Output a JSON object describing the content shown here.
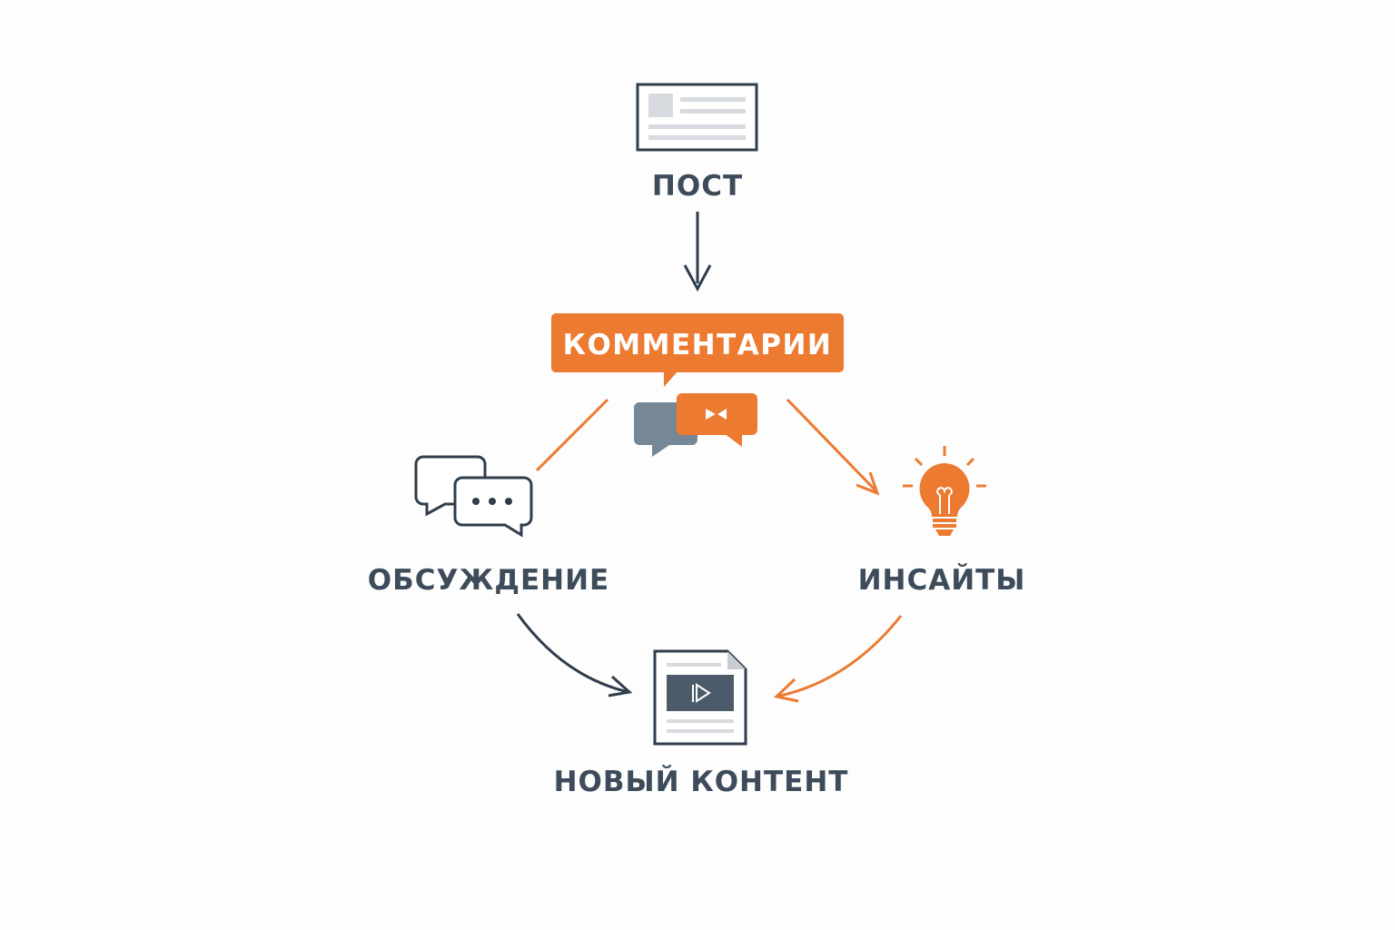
{
  "nodes": {
    "post": "ПОСТ",
    "comments": "КОММЕНТАРИИ",
    "discussion": "ОБСУЖДЕНИЕ",
    "insights": "ИНСАЙТЫ",
    "new_content": "НОВЫЙ КОНТЕНТ"
  },
  "colors": {
    "accent": "#ec7a30",
    "dark": "#2f3d4c",
    "gray": "#768896"
  }
}
